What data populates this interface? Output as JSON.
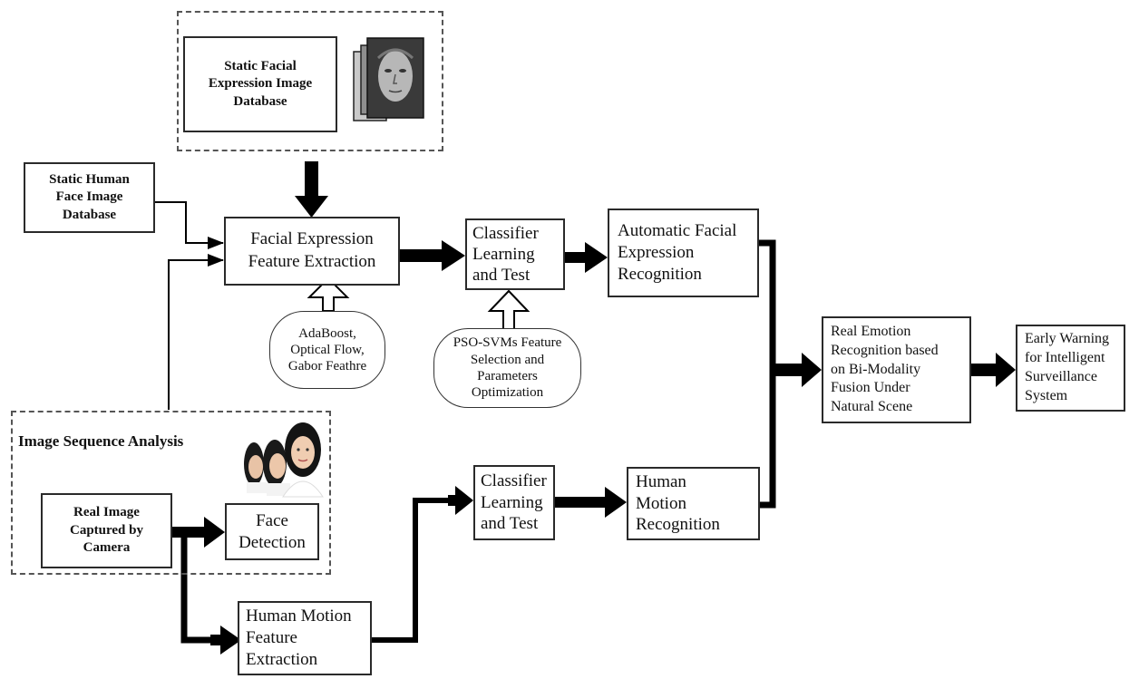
{
  "static_db_group": {
    "title_lines": [
      "Static Facial",
      "Expression Image",
      "Database"
    ]
  },
  "static_face_db": {
    "lines": [
      "Static Human",
      "Face Image",
      "Database"
    ]
  },
  "feature_extraction": {
    "lines": [
      "Facial Expression",
      "Feature Extraction"
    ]
  },
  "feature_methods": {
    "lines": [
      "AdaBoost,",
      "Optical Flow,",
      "Gabor Feathre"
    ]
  },
  "classifier_top": {
    "lines": [
      "Classifier",
      "Learning",
      "and Test"
    ]
  },
  "pso_svm": {
    "lines": [
      "PSO-SVMs Feature",
      "Selection and",
      "Parameters",
      "Optimization"
    ]
  },
  "auto_recognition": {
    "lines": [
      "Automatic Facial",
      "Expression",
      "Recognition"
    ]
  },
  "real_emotion": {
    "lines": [
      "Real Emotion",
      "Recognition based",
      "on Bi-Modality",
      "Fusion Under",
      "Natural Scene"
    ]
  },
  "early_warning": {
    "lines": [
      "Early Warning",
      "for Intelligent",
      "Surveillance",
      "System"
    ]
  },
  "image_seq_group": {
    "title": "Image Sequence Analysis"
  },
  "real_image": {
    "lines": [
      "Real Image",
      "Captured by",
      "Camera"
    ]
  },
  "face_detection": {
    "lines": [
      "Face",
      "Detection"
    ]
  },
  "classifier_bottom": {
    "lines": [
      "Classifier",
      "Learning",
      "and Test"
    ]
  },
  "motion_recognition": {
    "lines": [
      "Human",
      "Motion",
      "Recognition"
    ]
  },
  "motion_extraction": {
    "lines": [
      "Human Motion",
      "Feature",
      "Extraction"
    ]
  },
  "colors": {
    "line": "#000000",
    "box_border": "#2a2a2a",
    "dashed_border": "#555555"
  }
}
